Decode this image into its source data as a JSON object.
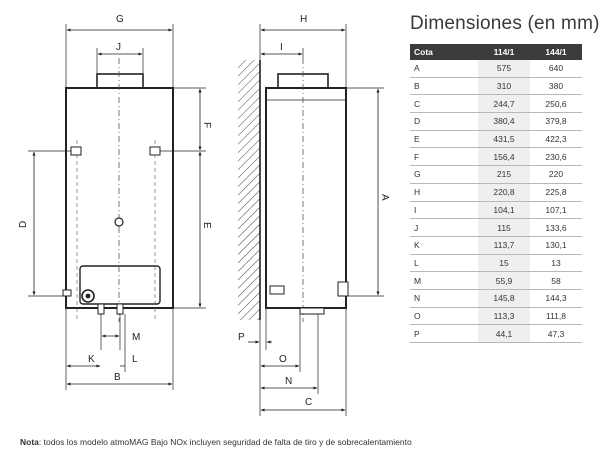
{
  "table": {
    "title": "Dimensiones (en mm)",
    "headers": [
      "Cota",
      "114/1",
      "144/1"
    ],
    "rows": [
      [
        "A",
        "575",
        "640"
      ],
      [
        "B",
        "310",
        "380"
      ],
      [
        "C",
        "244,7",
        "250,6"
      ],
      [
        "D",
        "380,4",
        "379,8"
      ],
      [
        "E",
        "431,5",
        "422,3"
      ],
      [
        "F",
        "156,4",
        "230,6"
      ],
      [
        "G",
        "215",
        "220"
      ],
      [
        "H",
        "220,8",
        "225,8"
      ],
      [
        "I",
        "104,1",
        "107,1"
      ],
      [
        "J",
        "115",
        "133,6"
      ],
      [
        "K",
        "113,7",
        "130,1"
      ],
      [
        "L",
        "15",
        "13"
      ],
      [
        "M",
        "55,9",
        "58"
      ],
      [
        "N",
        "145,8",
        "144,3"
      ],
      [
        "O",
        "113,3",
        "111,8"
      ],
      [
        "P",
        "44,1",
        "47,3"
      ]
    ]
  },
  "note": {
    "label": "Nota",
    "text": ": todos los modelo atmoMAG Bajo NOx incluyen seguridad de falta de tiro y de sobrecalentamiento"
  },
  "drawing": {
    "labels": {
      "G": "G",
      "J": "J",
      "F": "F",
      "D": "D",
      "E": "E",
      "M": "M",
      "K": "K",
      "L": "L",
      "B": "B",
      "H": "H",
      "I": "I",
      "A": "A",
      "P": "P",
      "O": "O",
      "N": "N",
      "C": "C"
    }
  }
}
